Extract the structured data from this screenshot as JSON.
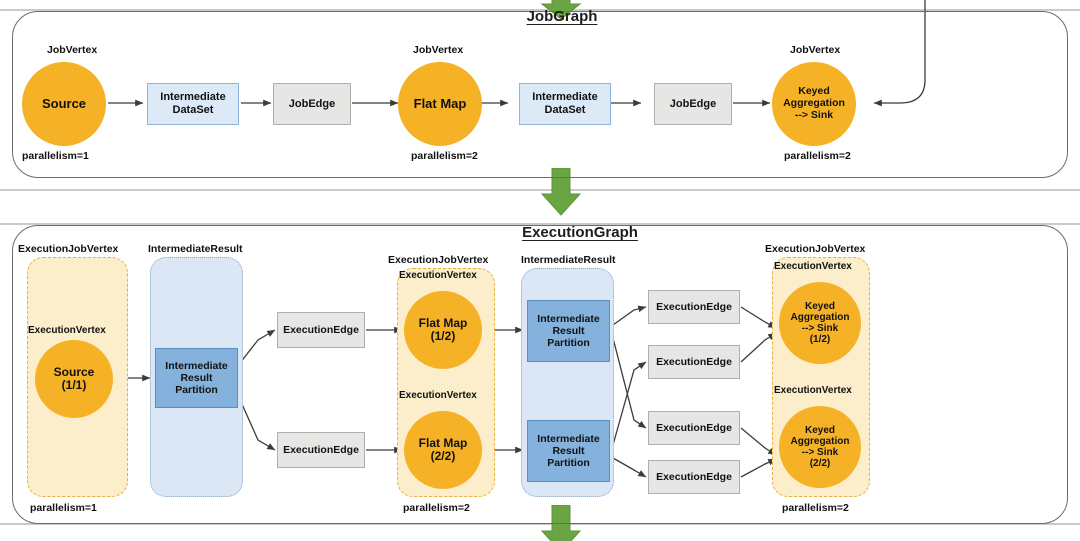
{
  "diagram": {
    "title_top": "JobGraph",
    "title_bottom": "ExecutionGraph",
    "accent_green": "#6AA544",
    "vertex_orange": "#F6B226",
    "dataset_blue": "#DCE9F7",
    "partition_blue": "#84B2DC",
    "edge_grey": "#E6E6E4",
    "group_orange_fill": "#FCEECB",
    "group_orange_border": "#E8B23A",
    "group_blue_fill": "#DCE7F5",
    "group_blue_border": "#7FA9D8"
  },
  "jobgraph": {
    "title": "JobGraph",
    "vertex_label": "JobVertex",
    "nodes": {
      "source": {
        "caption": "JobVertex",
        "text": "Source",
        "parallelism": "parallelism=1"
      },
      "dataset1": {
        "text": "Intermediate\nDataSet"
      },
      "jobedge1": {
        "text": "JobEdge"
      },
      "flatmap": {
        "caption": "JobVertex",
        "text": "Flat Map",
        "parallelism": "parallelism=2"
      },
      "dataset2": {
        "text": "Intermediate\nDataSet"
      },
      "jobedge2": {
        "text": "JobEdge"
      },
      "sink": {
        "caption": "JobVertex",
        "text": "Keyed\nAggregation\n--> Sink",
        "parallelism": "parallelism=2"
      }
    }
  },
  "executiongraph": {
    "title": "ExecutionGraph",
    "captions": {
      "execution_job_vertex": "ExecutionJobVertex",
      "intermediate_result": "IntermediateResult",
      "execution_vertex": "ExecutionVertex"
    },
    "columns": {
      "source_group": {
        "caption": "ExecutionJobVertex",
        "parallelism": "parallelism=1",
        "vertices": [
          {
            "caption": "ExecutionVertex",
            "text": "Source\n(1/1)"
          }
        ]
      },
      "result1": {
        "caption": "IntermediateResult",
        "partitions": [
          {
            "text": "Intermediate\nResult\nPartition"
          }
        ]
      },
      "edges1": [
        {
          "text": "ExecutionEdge"
        },
        {
          "text": "ExecutionEdge"
        }
      ],
      "flatmap_group": {
        "caption": "ExecutionJobVertex",
        "parallelism": "parallelism=2",
        "vertices": [
          {
            "caption": "ExecutionVertex",
            "text": "Flat Map\n(1/2)"
          },
          {
            "caption": "ExecutionVertex",
            "text": "Flat Map\n(2/2)"
          }
        ]
      },
      "result2": {
        "caption": "IntermediateResult",
        "partitions": [
          {
            "text": "Intermediate\nResult\nPartition"
          },
          {
            "text": "Intermediate\nResult\nPartition"
          }
        ]
      },
      "edges2": [
        {
          "text": "ExecutionEdge"
        },
        {
          "text": "ExecutionEdge"
        },
        {
          "text": "ExecutionEdge"
        },
        {
          "text": "ExecutionEdge"
        }
      ],
      "sink_group": {
        "caption": "ExecutionJobVertex",
        "parallelism": "parallelism=2",
        "vertices": [
          {
            "caption": "ExecutionVertex",
            "text": "Keyed\nAggregation\n--> Sink\n(1/2)"
          },
          {
            "caption": "ExecutionVertex",
            "text": "Keyed\nAggregation\n--> Sink\n(2/2)"
          }
        ]
      }
    }
  }
}
